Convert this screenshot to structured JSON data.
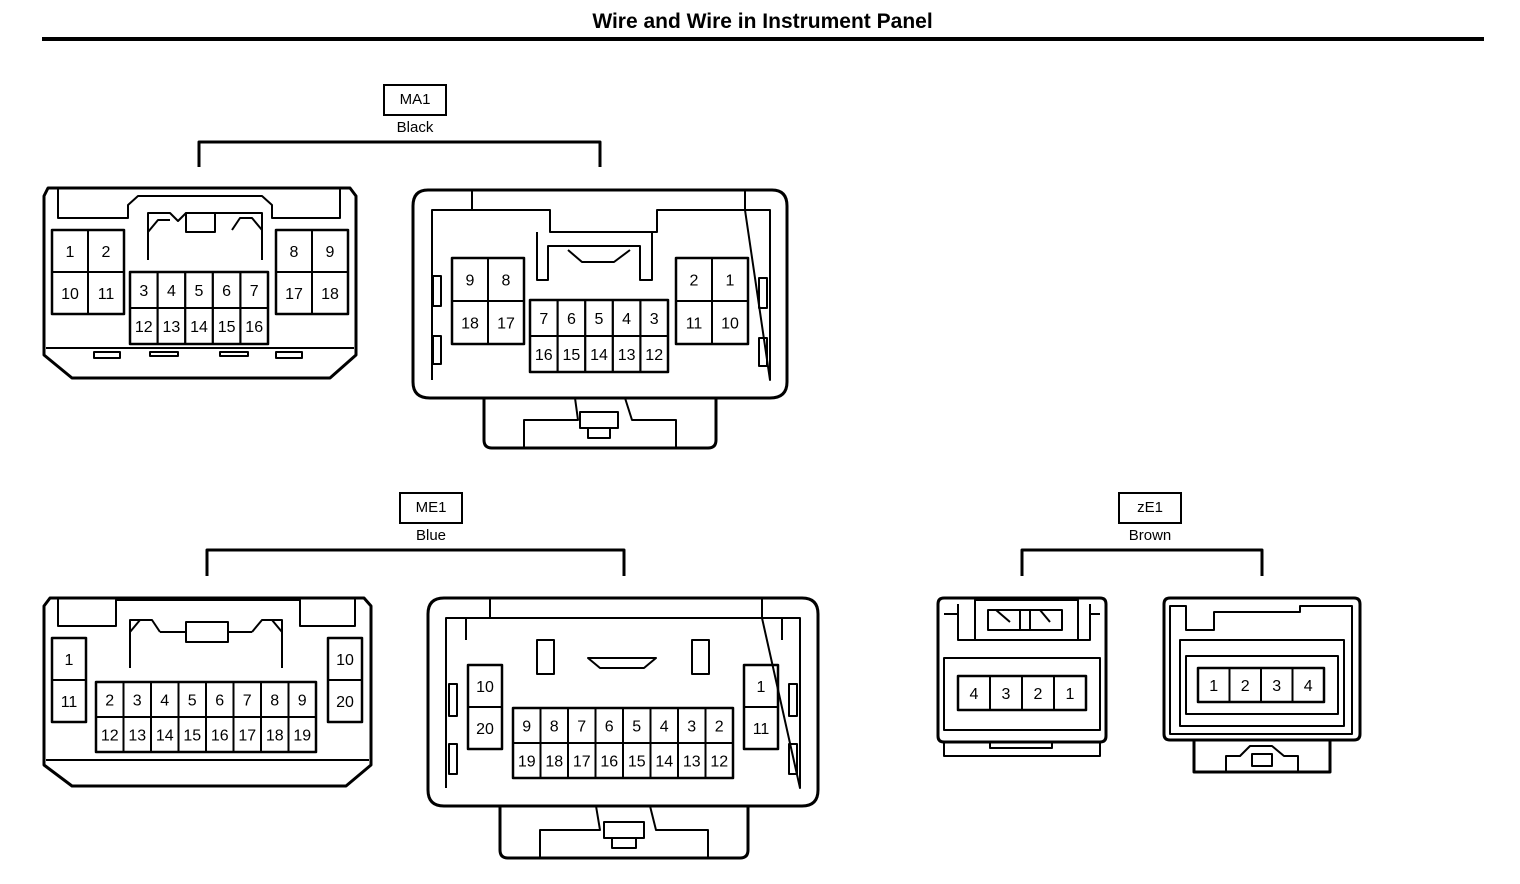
{
  "title": "Wire and Wire in Instrument Panel",
  "colors": {
    "line": "#000000",
    "background": "#ffffff"
  },
  "connectors": [
    {
      "code": "MA1",
      "color": "Black",
      "female": {
        "left": [
          [
            "1",
            "2"
          ],
          [
            "10",
            "11"
          ]
        ],
        "center": [
          [
            "3",
            "4",
            "5",
            "6",
            "7"
          ],
          [
            "12",
            "13",
            "14",
            "15",
            "16"
          ]
        ],
        "right": [
          [
            "8",
            "9"
          ],
          [
            "17",
            "18"
          ]
        ]
      },
      "male": {
        "left": [
          [
            "9",
            "8"
          ],
          [
            "18",
            "17"
          ]
        ],
        "center": [
          [
            "7",
            "6",
            "5",
            "4",
            "3"
          ],
          [
            "16",
            "15",
            "14",
            "13",
            "12"
          ]
        ],
        "right": [
          [
            "2",
            "1"
          ],
          [
            "11",
            "10"
          ]
        ]
      }
    },
    {
      "code": "ME1",
      "color": "Blue",
      "female": {
        "left": [
          [
            "1"
          ],
          [
            "11"
          ]
        ],
        "center": [
          [
            "2",
            "3",
            "4",
            "5",
            "6",
            "7",
            "8",
            "9"
          ],
          [
            "12",
            "13",
            "14",
            "15",
            "16",
            "17",
            "18",
            "19"
          ]
        ],
        "right": [
          [
            "10"
          ],
          [
            "20"
          ]
        ]
      },
      "male": {
        "left": [
          [
            "10"
          ],
          [
            "20"
          ]
        ],
        "center": [
          [
            "9",
            "8",
            "7",
            "6",
            "5",
            "4",
            "3",
            "2"
          ],
          [
            "19",
            "18",
            "17",
            "16",
            "15",
            "14",
            "13",
            "12"
          ]
        ],
        "right": [
          [
            "1"
          ],
          [
            "11"
          ]
        ]
      }
    },
    {
      "code": "zE1",
      "color": "Brown",
      "female": {
        "center": [
          [
            "4",
            "3",
            "2",
            "1"
          ]
        ]
      },
      "male": {
        "center": [
          [
            "1",
            "2",
            "3",
            "4"
          ]
        ]
      }
    }
  ]
}
